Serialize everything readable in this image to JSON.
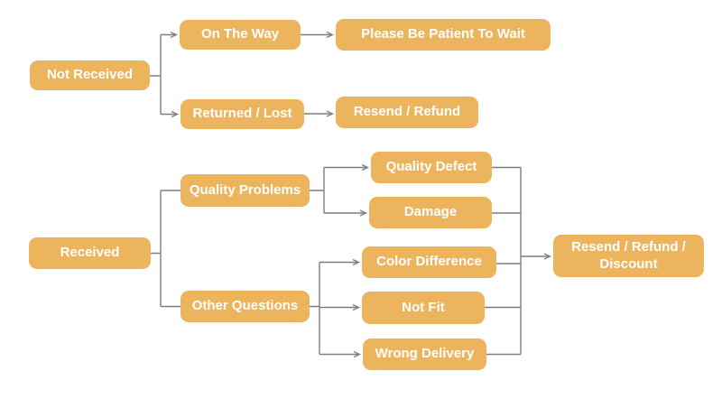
{
  "diagram": {
    "type": "flowchart",
    "colors": {
      "node_fill": "#ECB45D",
      "node_text": "#FFFFFF",
      "connector": "#7F7F7F",
      "background": "#FFFFFF"
    },
    "nodes": {
      "not_received": {
        "label": "Not Received"
      },
      "on_the_way": {
        "label": "On The Way"
      },
      "returned_lost": {
        "label": "Returned / Lost"
      },
      "please_be_patient": {
        "label": "Please Be Patient To Wait"
      },
      "resend_refund": {
        "label": "Resend / Refund"
      },
      "received": {
        "label": "Received"
      },
      "quality_problems": {
        "label": "Quality Problems"
      },
      "other_questions": {
        "label": "Other Questions"
      },
      "quality_defect": {
        "label": "Quality Defect"
      },
      "damage": {
        "label": "Damage"
      },
      "color_difference": {
        "label": "Color Difference"
      },
      "not_fit": {
        "label": "Not Fit"
      },
      "wrong_delivery": {
        "label": "Wrong Delivery"
      },
      "resend_refund_discount": {
        "label": "Resend / Refund / Discount"
      }
    },
    "edges": [
      {
        "from": "Not Received",
        "to": "On The Way",
        "arrow": true
      },
      {
        "from": "Not Received",
        "to": "Returned / Lost",
        "arrow": true
      },
      {
        "from": "On The Way",
        "to": "Please Be Patient To Wait",
        "arrow": true
      },
      {
        "from": "Returned / Lost",
        "to": "Resend / Refund",
        "arrow": true
      },
      {
        "from": "Received",
        "to": "Quality Problems",
        "arrow": false
      },
      {
        "from": "Received",
        "to": "Other Questions",
        "arrow": false
      },
      {
        "from": "Quality Problems",
        "to": "Quality Defect",
        "arrow": true
      },
      {
        "from": "Quality Problems",
        "to": "Damage",
        "arrow": true
      },
      {
        "from": "Other Questions",
        "to": "Color Difference",
        "arrow": true
      },
      {
        "from": "Other Questions",
        "to": "Not Fit",
        "arrow": true
      },
      {
        "from": "Other Questions",
        "to": "Wrong Delivery",
        "arrow": true
      },
      {
        "from": "Quality Defect",
        "to": "Resend / Refund / Discount",
        "arrow": true
      },
      {
        "from": "Damage",
        "to": "Resend / Refund / Discount",
        "arrow": true
      },
      {
        "from": "Color Difference",
        "to": "Resend / Refund / Discount",
        "arrow": true
      },
      {
        "from": "Not Fit",
        "to": "Resend / Refund / Discount",
        "arrow": true
      },
      {
        "from": "Wrong Delivery",
        "to": "Resend / Refund / Discount",
        "arrow": true
      }
    ]
  }
}
